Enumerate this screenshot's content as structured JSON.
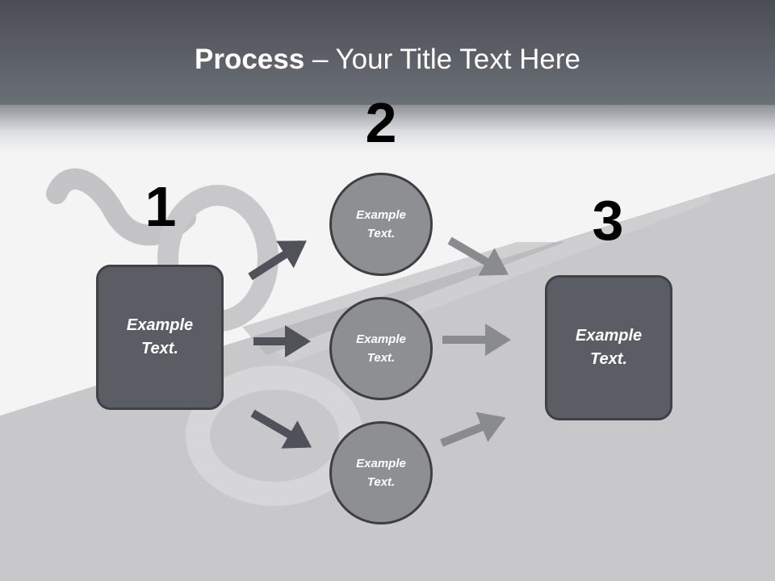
{
  "title": {
    "bold": "Process",
    "rest": " – Your Title Text Here"
  },
  "steps": [
    {
      "number": "1",
      "box_text": "Example Text."
    },
    {
      "number": "2",
      "circles": [
        "Example Text.",
        "Example Text.",
        "Example Text."
      ]
    },
    {
      "number": "3",
      "box_text": "Example Text."
    }
  ],
  "colors": {
    "header": "#5c6067",
    "box_fill": "#5a5e64",
    "circle_fill": "#8e8f92",
    "arrow_dark": "#4f5359",
    "arrow_light": "#8a8b8e"
  }
}
